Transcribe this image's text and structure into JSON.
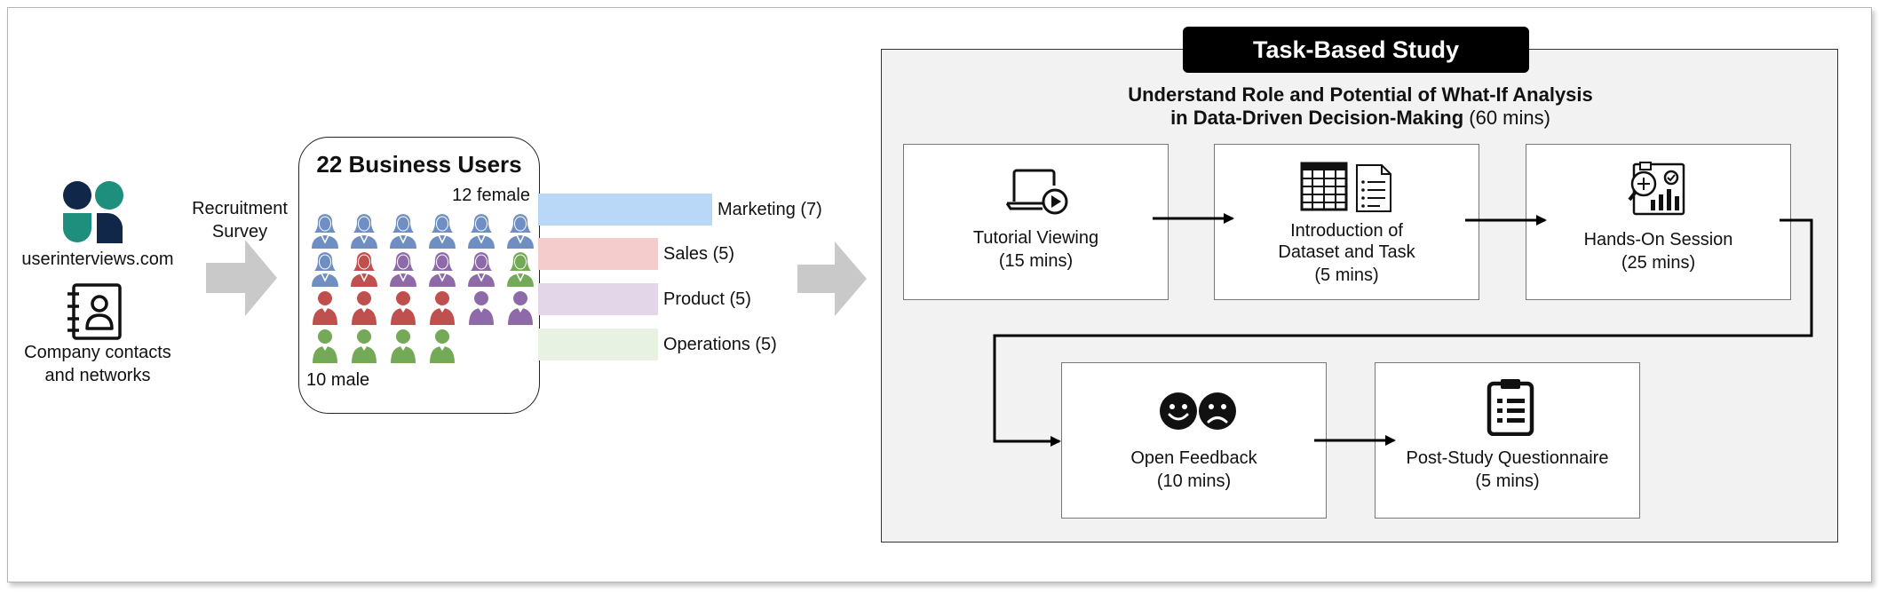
{
  "sources": {
    "site_label": "userinterviews.com",
    "contacts_label_line1": "Company contacts",
    "contacts_label_line2": "and networks"
  },
  "recruitment": {
    "line1": "Recruitment",
    "line2": "Survey"
  },
  "participants": {
    "title": "22 Business Users",
    "female_label": "12 female",
    "male_label": "10 male",
    "colors": {
      "marketing": "#6f8fc2",
      "sales": "#c0504d",
      "product": "#8e6ba8",
      "operations": "#73a957"
    },
    "female_rows": [
      [
        "marketing",
        "marketing",
        "marketing",
        "marketing",
        "marketing",
        "marketing"
      ],
      [
        "marketing",
        "sales",
        "product",
        "product",
        "product",
        "operations"
      ]
    ],
    "male_rows": [
      [
        "sales",
        "sales",
        "sales",
        "sales",
        "product",
        "product"
      ],
      [
        "operations",
        "operations",
        "operations",
        "operations"
      ]
    ]
  },
  "departments": [
    {
      "label": "Marketing (7)",
      "count": 7,
      "color": "#b9d7f7"
    },
    {
      "label": "Sales (5)",
      "count": 5,
      "color": "#f5cccc"
    },
    {
      "label": "Product (5)",
      "count": 5,
      "color": "#e2d6e8"
    },
    {
      "label": "Operations (5)",
      "count": 5,
      "color": "#e7f2e2"
    }
  ],
  "study": {
    "title": "Task-Based Study",
    "subtitle_line1": "Understand Role and Potential of What-If Analysis",
    "subtitle_line2_bold": "in Data-Driven Decision-Making",
    "subtitle_line2_rest": " (60 mins)",
    "steps": [
      {
        "name": "Tutorial Viewing",
        "duration": "(15 mins)",
        "icon": "laptop-play-icon"
      },
      {
        "name_line1": "Introduction of",
        "name_line2": "Dataset and Task",
        "duration": "(5 mins)",
        "icon": "spreadsheet-document-icon"
      },
      {
        "name": "Hands-On Session",
        "duration": "(25 mins)",
        "icon": "analysis-report-icon"
      },
      {
        "name": "Open Feedback",
        "duration": "(10 mins)",
        "icon": "happy-sad-faces-icon"
      },
      {
        "name": "Post-Study Questionnaire",
        "duration": "(5 mins)",
        "icon": "clipboard-icon"
      }
    ]
  }
}
